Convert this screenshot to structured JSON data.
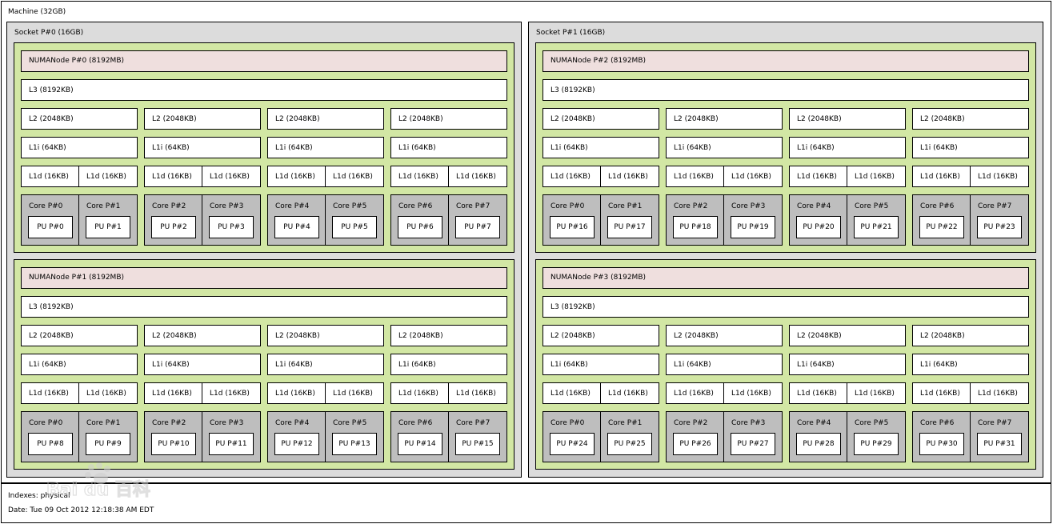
{
  "machine": {
    "label": "Machine (32GB)",
    "sockets": [
      {
        "label": "Socket P#0 (16GB)",
        "numa_nodes": [
          {
            "label": "NUMANode P#0 (8192MB)",
            "l3": "L3 (8192KB)",
            "groups": [
              {
                "l2": "L2 (2048KB)",
                "l1i": "L1i (64KB)",
                "l1d": [
                  "L1d (16KB)",
                  "L1d (16KB)"
                ],
                "cores": [
                  {
                    "label": "Core P#0",
                    "pu": "PU P#0"
                  },
                  {
                    "label": "Core P#1",
                    "pu": "PU P#1"
                  }
                ]
              },
              {
                "l2": "L2 (2048KB)",
                "l1i": "L1i (64KB)",
                "l1d": [
                  "L1d (16KB)",
                  "L1d (16KB)"
                ],
                "cores": [
                  {
                    "label": "Core P#2",
                    "pu": "PU P#2"
                  },
                  {
                    "label": "Core P#3",
                    "pu": "PU P#3"
                  }
                ]
              },
              {
                "l2": "L2 (2048KB)",
                "l1i": "L1i (64KB)",
                "l1d": [
                  "L1d (16KB)",
                  "L1d (16KB)"
                ],
                "cores": [
                  {
                    "label": "Core P#4",
                    "pu": "PU P#4"
                  },
                  {
                    "label": "Core P#5",
                    "pu": "PU P#5"
                  }
                ]
              },
              {
                "l2": "L2 (2048KB)",
                "l1i": "L1i (64KB)",
                "l1d": [
                  "L1d (16KB)",
                  "L1d (16KB)"
                ],
                "cores": [
                  {
                    "label": "Core P#6",
                    "pu": "PU P#6"
                  },
                  {
                    "label": "Core P#7",
                    "pu": "PU P#7"
                  }
                ]
              }
            ]
          },
          {
            "label": "NUMANode P#1 (8192MB)",
            "l3": "L3 (8192KB)",
            "groups": [
              {
                "l2": "L2 (2048KB)",
                "l1i": "L1i (64KB)",
                "l1d": [
                  "L1d (16KB)",
                  "L1d (16KB)"
                ],
                "cores": [
                  {
                    "label": "Core P#0",
                    "pu": "PU P#8"
                  },
                  {
                    "label": "Core P#1",
                    "pu": "PU P#9"
                  }
                ]
              },
              {
                "l2": "L2 (2048KB)",
                "l1i": "L1i (64KB)",
                "l1d": [
                  "L1d (16KB)",
                  "L1d (16KB)"
                ],
                "cores": [
                  {
                    "label": "Core P#2",
                    "pu": "PU P#10"
                  },
                  {
                    "label": "Core P#3",
                    "pu": "PU P#11"
                  }
                ]
              },
              {
                "l2": "L2 (2048KB)",
                "l1i": "L1i (64KB)",
                "l1d": [
                  "L1d (16KB)",
                  "L1d (16KB)"
                ],
                "cores": [
                  {
                    "label": "Core P#4",
                    "pu": "PU P#12"
                  },
                  {
                    "label": "Core P#5",
                    "pu": "PU P#13"
                  }
                ]
              },
              {
                "l2": "L2 (2048KB)",
                "l1i": "L1i (64KB)",
                "l1d": [
                  "L1d (16KB)",
                  "L1d (16KB)"
                ],
                "cores": [
                  {
                    "label": "Core P#6",
                    "pu": "PU P#14"
                  },
                  {
                    "label": "Core P#7",
                    "pu": "PU P#15"
                  }
                ]
              }
            ]
          }
        ]
      },
      {
        "label": "Socket P#1 (16GB)",
        "numa_nodes": [
          {
            "label": "NUMANode P#2 (8192MB)",
            "l3": "L3 (8192KB)",
            "groups": [
              {
                "l2": "L2 (2048KB)",
                "l1i": "L1i (64KB)",
                "l1d": [
                  "L1d (16KB)",
                  "L1d (16KB)"
                ],
                "cores": [
                  {
                    "label": "Core P#0",
                    "pu": "PU P#16"
                  },
                  {
                    "label": "Core P#1",
                    "pu": "PU P#17"
                  }
                ]
              },
              {
                "l2": "L2 (2048KB)",
                "l1i": "L1i (64KB)",
                "l1d": [
                  "L1d (16KB)",
                  "L1d (16KB)"
                ],
                "cores": [
                  {
                    "label": "Core P#2",
                    "pu": "PU P#18"
                  },
                  {
                    "label": "Core P#3",
                    "pu": "PU P#19"
                  }
                ]
              },
              {
                "l2": "L2 (2048KB)",
                "l1i": "L1i (64KB)",
                "l1d": [
                  "L1d (16KB)",
                  "L1d (16KB)"
                ],
                "cores": [
                  {
                    "label": "Core P#4",
                    "pu": "PU P#20"
                  },
                  {
                    "label": "Core P#5",
                    "pu": "PU P#21"
                  }
                ]
              },
              {
                "l2": "L2 (2048KB)",
                "l1i": "L1i (64KB)",
                "l1d": [
                  "L1d (16KB)",
                  "L1d (16KB)"
                ],
                "cores": [
                  {
                    "label": "Core P#6",
                    "pu": "PU P#22"
                  },
                  {
                    "label": "Core P#7",
                    "pu": "PU P#23"
                  }
                ]
              }
            ]
          },
          {
            "label": "NUMANode P#3 (8192MB)",
            "l3": "L3 (8192KB)",
            "groups": [
              {
                "l2": "L2 (2048KB)",
                "l1i": "L1i (64KB)",
                "l1d": [
                  "L1d (16KB)",
                  "L1d (16KB)"
                ],
                "cores": [
                  {
                    "label": "Core P#0",
                    "pu": "PU P#24"
                  },
                  {
                    "label": "Core P#1",
                    "pu": "PU P#25"
                  }
                ]
              },
              {
                "l2": "L2 (2048KB)",
                "l1i": "L1i (64KB)",
                "l1d": [
                  "L1d (16KB)",
                  "L1d (16KB)"
                ],
                "cores": [
                  {
                    "label": "Core P#2",
                    "pu": "PU P#26"
                  },
                  {
                    "label": "Core P#3",
                    "pu": "PU P#27"
                  }
                ]
              },
              {
                "l2": "L2 (2048KB)",
                "l1i": "L1i (64KB)",
                "l1d": [
                  "L1d (16KB)",
                  "L1d (16KB)"
                ],
                "cores": [
                  {
                    "label": "Core P#4",
                    "pu": "PU P#28"
                  },
                  {
                    "label": "Core P#5",
                    "pu": "PU P#29"
                  }
                ]
              },
              {
                "l2": "L2 (2048KB)",
                "l1i": "L1i (64KB)",
                "l1d": [
                  "L1d (16KB)",
                  "L1d (16KB)"
                ],
                "cores": [
                  {
                    "label": "Core P#6",
                    "pu": "PU P#30"
                  },
                  {
                    "label": "Core P#7",
                    "pu": "PU P#31"
                  }
                ]
              }
            ]
          }
        ]
      }
    ]
  },
  "legend": {
    "indexes": "Indexes: physical",
    "date": "Date: Tue 09 Oct 2012 12:18:38 AM EDT"
  },
  "watermark": {
    "text": "Bai du 百科",
    "icon": "paw-logo-icon"
  },
  "colors": {
    "machine": "#ffffff",
    "socket": "#dcdcdc",
    "numa_area": "#d2e7a4",
    "numa_node": "#efdfde",
    "cache": "#ffffff",
    "core": "#bebebe",
    "pu": "#ffffff"
  }
}
